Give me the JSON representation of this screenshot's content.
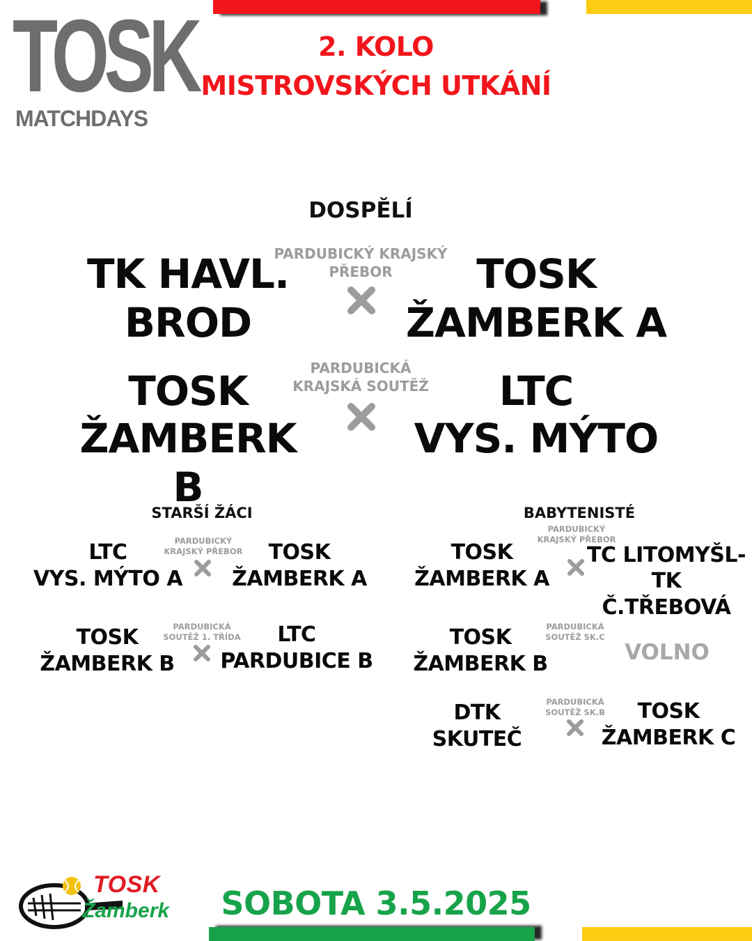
{
  "brand": {
    "wordmark": "TOSK",
    "subtitle": "MATCHDAYS"
  },
  "headline": {
    "line1": "2. KOLO",
    "line2": "MISTROVSKÝCH UTKÁNÍ"
  },
  "sections": {
    "adults": {
      "title": "DOSPĚLÍ",
      "matches": [
        {
          "home_l1": "TK HAVL.",
          "home_l2": "BROD",
          "league_l1": "PARDUBICKÝ KRAJSKÝ",
          "league_l2": "PŘEBOR",
          "away_l1": "TOSK",
          "away_l2": "ŽAMBERK A"
        },
        {
          "home_l1": "TOSK",
          "home_l2": "ŽAMBERK B",
          "league_l1": "PARDUBICKÁ",
          "league_l2": "KRAJSKÁ SOUTĚŽ",
          "away_l1": "LTC",
          "away_l2": "VYS. MÝTO"
        }
      ]
    },
    "older_pupils": {
      "title": "STARŠÍ ŽÁCI",
      "matches": [
        {
          "home_l1": "LTC",
          "home_l2": "VYS. MÝTO A",
          "league_l1": "PARDUBICKÝ",
          "league_l2": "KRAJSKÝ PŘEBOR",
          "away_l1": "TOSK",
          "away_l2": "ŽAMBERK A"
        },
        {
          "home_l1": "TOSK",
          "home_l2": "ŽAMBERK B",
          "league_l1": "PARDUBICKÁ",
          "league_l2": "SOUTĚŽ 1. TŘÍDA",
          "away_l1": "LTC",
          "away_l2": "PARDUBICE B"
        }
      ]
    },
    "babytennis": {
      "title": "BABYTENISTÉ",
      "matches": [
        {
          "home_l1": "TOSK",
          "home_l2": "ŽAMBERK A",
          "league_l1": "PARDUBICKÝ",
          "league_l2": "KRAJSKÝ PŘEBOR",
          "away_l1": "TC LITOMYŠL-",
          "away_l2": "TK Č.TŘEBOVÁ"
        },
        {
          "home_l1": "TOSK",
          "home_l2": "ŽAMBERK B",
          "league_l1": "PARDUBICKÁ",
          "league_l2": "SOUTĚŽ SK.C",
          "away_l1": "VOLNO",
          "away_l2": ""
        },
        {
          "home_l1": "DTK",
          "home_l2": "SKUTEČ",
          "league_l1": "PARDUBICKÁ",
          "league_l2": "SOUTĚŽ SK.B",
          "away_l1": "TOSK",
          "away_l2": "ŽAMBERK C"
        }
      ]
    }
  },
  "footer": {
    "date": "SOBOTA 3.5.2025",
    "logo_line1": "TOSK",
    "logo_line2": "Žamberk"
  },
  "colors": {
    "red": "#f2161c",
    "yellow": "#fccc12",
    "green": "#17a34a",
    "black": "#0a0a0a",
    "grey": "#9c9c9c"
  },
  "icons": [
    "versus-x-icon",
    "tennis-racket-logo-icon",
    "tennis-ball-icon"
  ]
}
